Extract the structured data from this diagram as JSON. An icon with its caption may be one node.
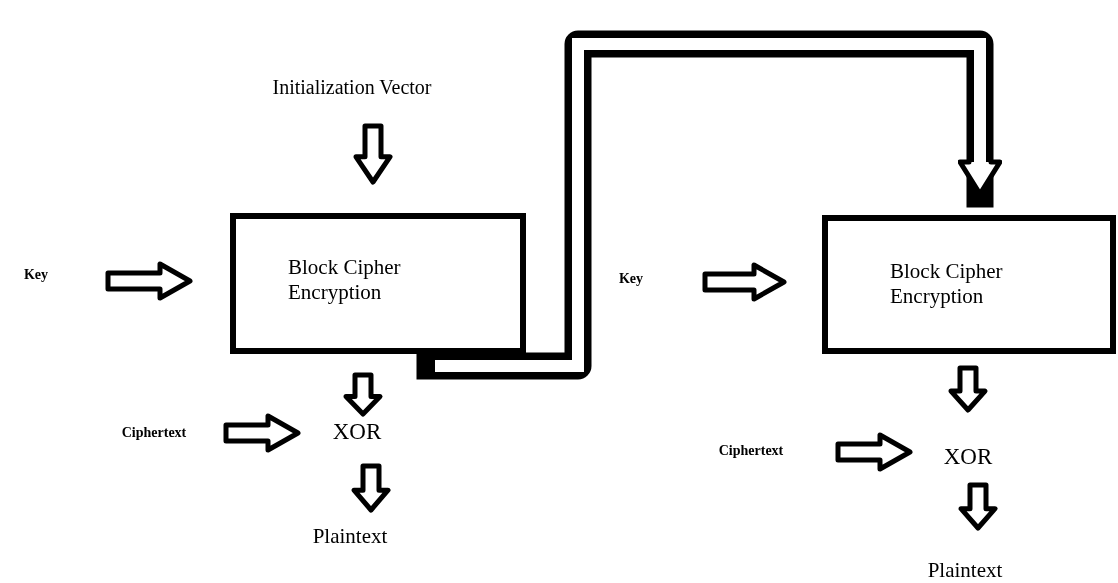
{
  "diagram": {
    "nodes": [
      {
        "text": [
          "Initialization Vector"
        ]
      },
      {
        "text": [
          "Block Cipher Encryption"
        ]
      },
      {
        "text": [
          "Key"
        ]
      },
      {
        "text": [
          "Ciphertext"
        ]
      },
      {
        "text": [
          "XOR"
        ]
      },
      {
        "text": [
          "Plaintext"
        ]
      },
      {
        "text": [
          "Key"
        ]
      },
      {
        "text": [
          "Block Cipher Encryption"
        ]
      },
      {
        "text": [
          "Ciphertext"
        ]
      },
      {
        "text": [
          "XOR"
        ]
      },
      {
        "text": [
          "Plaintext"
        ]
      }
    ],
    "edges": [
      {
        "from": 0,
        "to": 1,
        "arrow": "to"
      },
      {
        "from": 2,
        "to": 1,
        "arrow": "to"
      },
      {
        "from": 1,
        "to": 4,
        "arrow": "to"
      },
      {
        "from": 3,
        "to": 4,
        "arrow": "to"
      },
      {
        "from": 4,
        "to": 5,
        "arrow": "to"
      },
      {
        "from": 1,
        "to": 7,
        "arrow": "to"
      },
      {
        "from": 6,
        "to": 7,
        "arrow": "to"
      },
      {
        "from": 7,
        "to": 9,
        "arrow": "to"
      },
      {
        "from": 8,
        "to": 9,
        "arrow": "to"
      },
      {
        "from": 9,
        "to": 10,
        "arrow": "to"
      }
    ]
  }
}
